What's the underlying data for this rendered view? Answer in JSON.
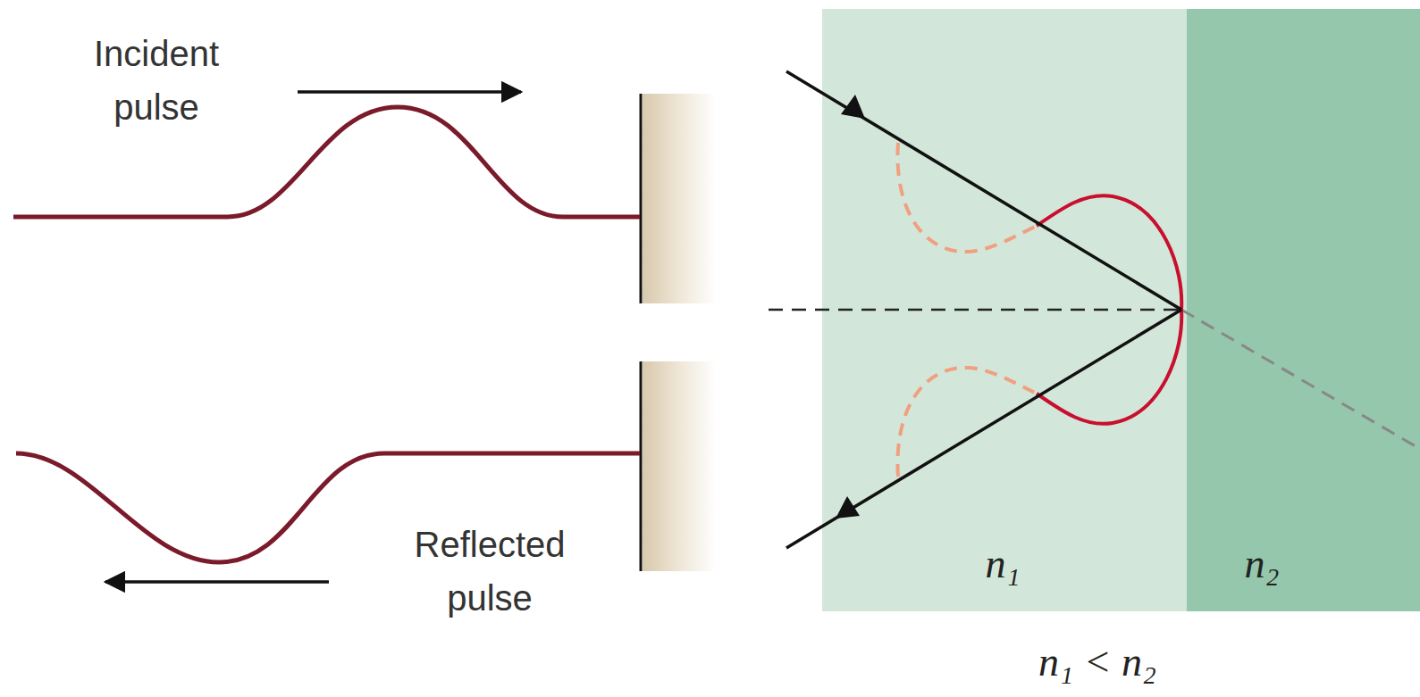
{
  "diagram": {
    "labels": [
      "Incident pulse",
      "Reflected pulse",
      "n₁",
      "n₂",
      "n₁ < n₂"
    ]
  }
}
